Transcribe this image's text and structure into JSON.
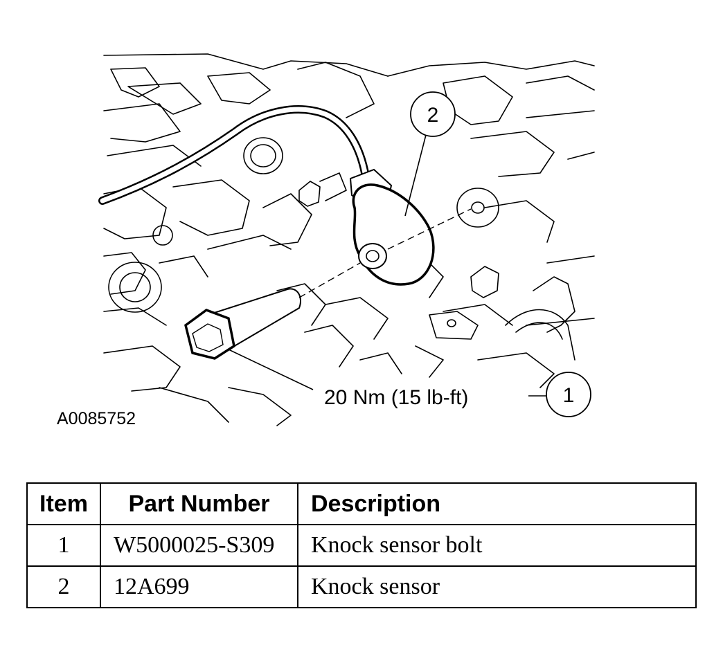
{
  "figure": {
    "id": "A0085752",
    "torque_label": "20 Nm (15 lb-ft)",
    "callouts": [
      "1",
      "2"
    ]
  },
  "table": {
    "headers": [
      "Item",
      "Part Number",
      "Description"
    ],
    "rows": [
      {
        "item": "1",
        "part_number": "W5000025-S309",
        "description": "Knock sensor bolt"
      },
      {
        "item": "2",
        "part_number": "12A699",
        "description": "Knock sensor"
      }
    ]
  }
}
